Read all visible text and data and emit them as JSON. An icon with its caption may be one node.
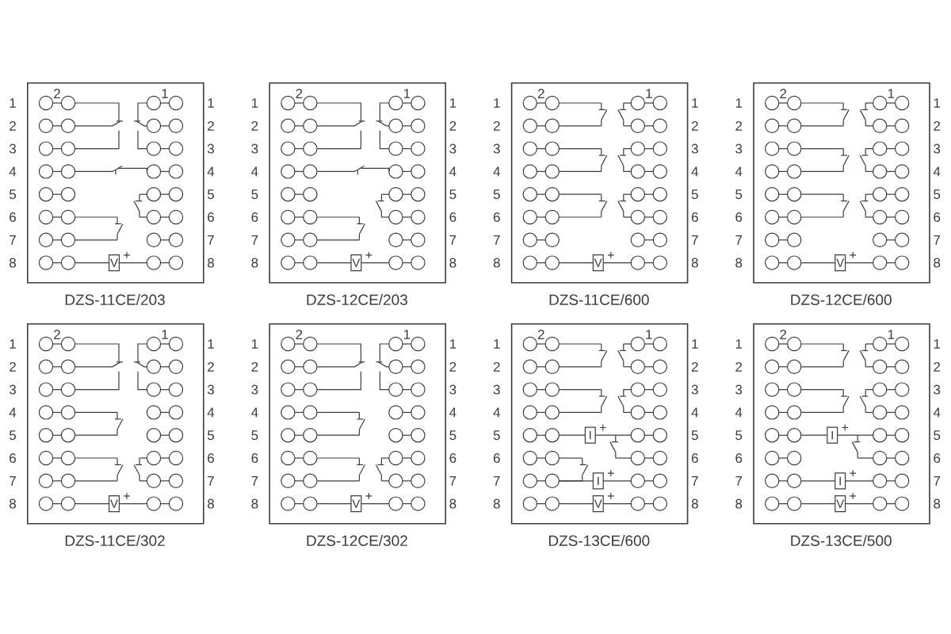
{
  "diagram": {
    "nodes": [
      {
        "text": [
          "DZS-11CE/203"
        ]
      },
      {
        "text": [
          "V"
        ],
        "in": 0,
        "beside": [
          "+"
        ]
      },
      {
        "text": [
          "DZS-12CE/203"
        ]
      },
      {
        "text": [
          "V"
        ],
        "in": 2,
        "beside": [
          "+"
        ]
      },
      {
        "text": [
          "DZS-11CE/600"
        ]
      },
      {
        "text": [
          "V"
        ],
        "in": 4,
        "beside": [
          "+"
        ]
      },
      {
        "text": [
          "DZS-12CE/600"
        ]
      },
      {
        "text": [
          "V"
        ],
        "in": 6,
        "beside": [
          "+"
        ]
      },
      {
        "text": [
          "DZS-11CE/302"
        ]
      },
      {
        "text": [
          "V"
        ],
        "in": 8,
        "beside": [
          "+"
        ]
      },
      {
        "text": [
          "DZS-12CE/302"
        ]
      },
      {
        "text": [
          "V"
        ],
        "in": 10,
        "beside": [
          "+"
        ]
      },
      {
        "text": [
          "DZS-13CE/600"
        ]
      },
      {
        "text": [
          "I"
        ],
        "in": 12,
        "beside": [
          "+"
        ]
      },
      {
        "text": [
          "I"
        ],
        "in": 12,
        "beside": [
          "+"
        ]
      },
      {
        "text": [
          "V"
        ],
        "in": 12,
        "beside": [
          "+"
        ]
      },
      {
        "text": [
          "DZS-13CE/500"
        ]
      },
      {
        "text": [
          "I"
        ],
        "in": 16,
        "beside": [
          "+"
        ]
      },
      {
        "text": [
          "I"
        ],
        "in": 16,
        "beside": [
          "+"
        ]
      },
      {
        "text": [
          "V"
        ],
        "in": 16,
        "beside": [
          "+"
        ]
      }
    ],
    "labels": [
      "2",
      "1",
      "1",
      "2",
      "3",
      "4",
      "5",
      "6",
      "7",
      "8",
      "1",
      "2",
      "3",
      "4",
      "5",
      "6",
      "7",
      "8",
      "2",
      "1",
      "1",
      "2",
      "3",
      "4",
      "5",
      "6",
      "7",
      "8",
      "1",
      "2",
      "3",
      "4",
      "5",
      "6",
      "7",
      "8",
      "2",
      "1",
      "1",
      "2",
      "3",
      "4",
      "5",
      "6",
      "7",
      "8",
      "1",
      "2",
      "3",
      "4",
      "5",
      "6",
      "7",
      "8",
      "2",
      "1",
      "1",
      "2",
      "3",
      "4",
      "5",
      "6",
      "7",
      "8",
      "1",
      "2",
      "3",
      "4",
      "5",
      "6",
      "7",
      "8",
      "2",
      "1",
      "1",
      "2",
      "3",
      "4",
      "5",
      "6",
      "7",
      "8",
      "1",
      "2",
      "3",
      "4",
      "5",
      "6",
      "7",
      "8",
      "2",
      "1",
      "1",
      "2",
      "3",
      "4",
      "5",
      "6",
      "7",
      "8",
      "1",
      "2",
      "3",
      "4",
      "5",
      "6",
      "7",
      "8",
      "2",
      "1",
      "1",
      "2",
      "3",
      "4",
      "5",
      "6",
      "7",
      "8",
      "1",
      "2",
      "3",
      "4",
      "5",
      "6",
      "7",
      "8",
      "2",
      "1",
      "1",
      "2",
      "3",
      "4",
      "5",
      "6",
      "7",
      "8",
      "1",
      "2",
      "3",
      "4",
      "5",
      "6",
      "7",
      "8"
    ]
  }
}
